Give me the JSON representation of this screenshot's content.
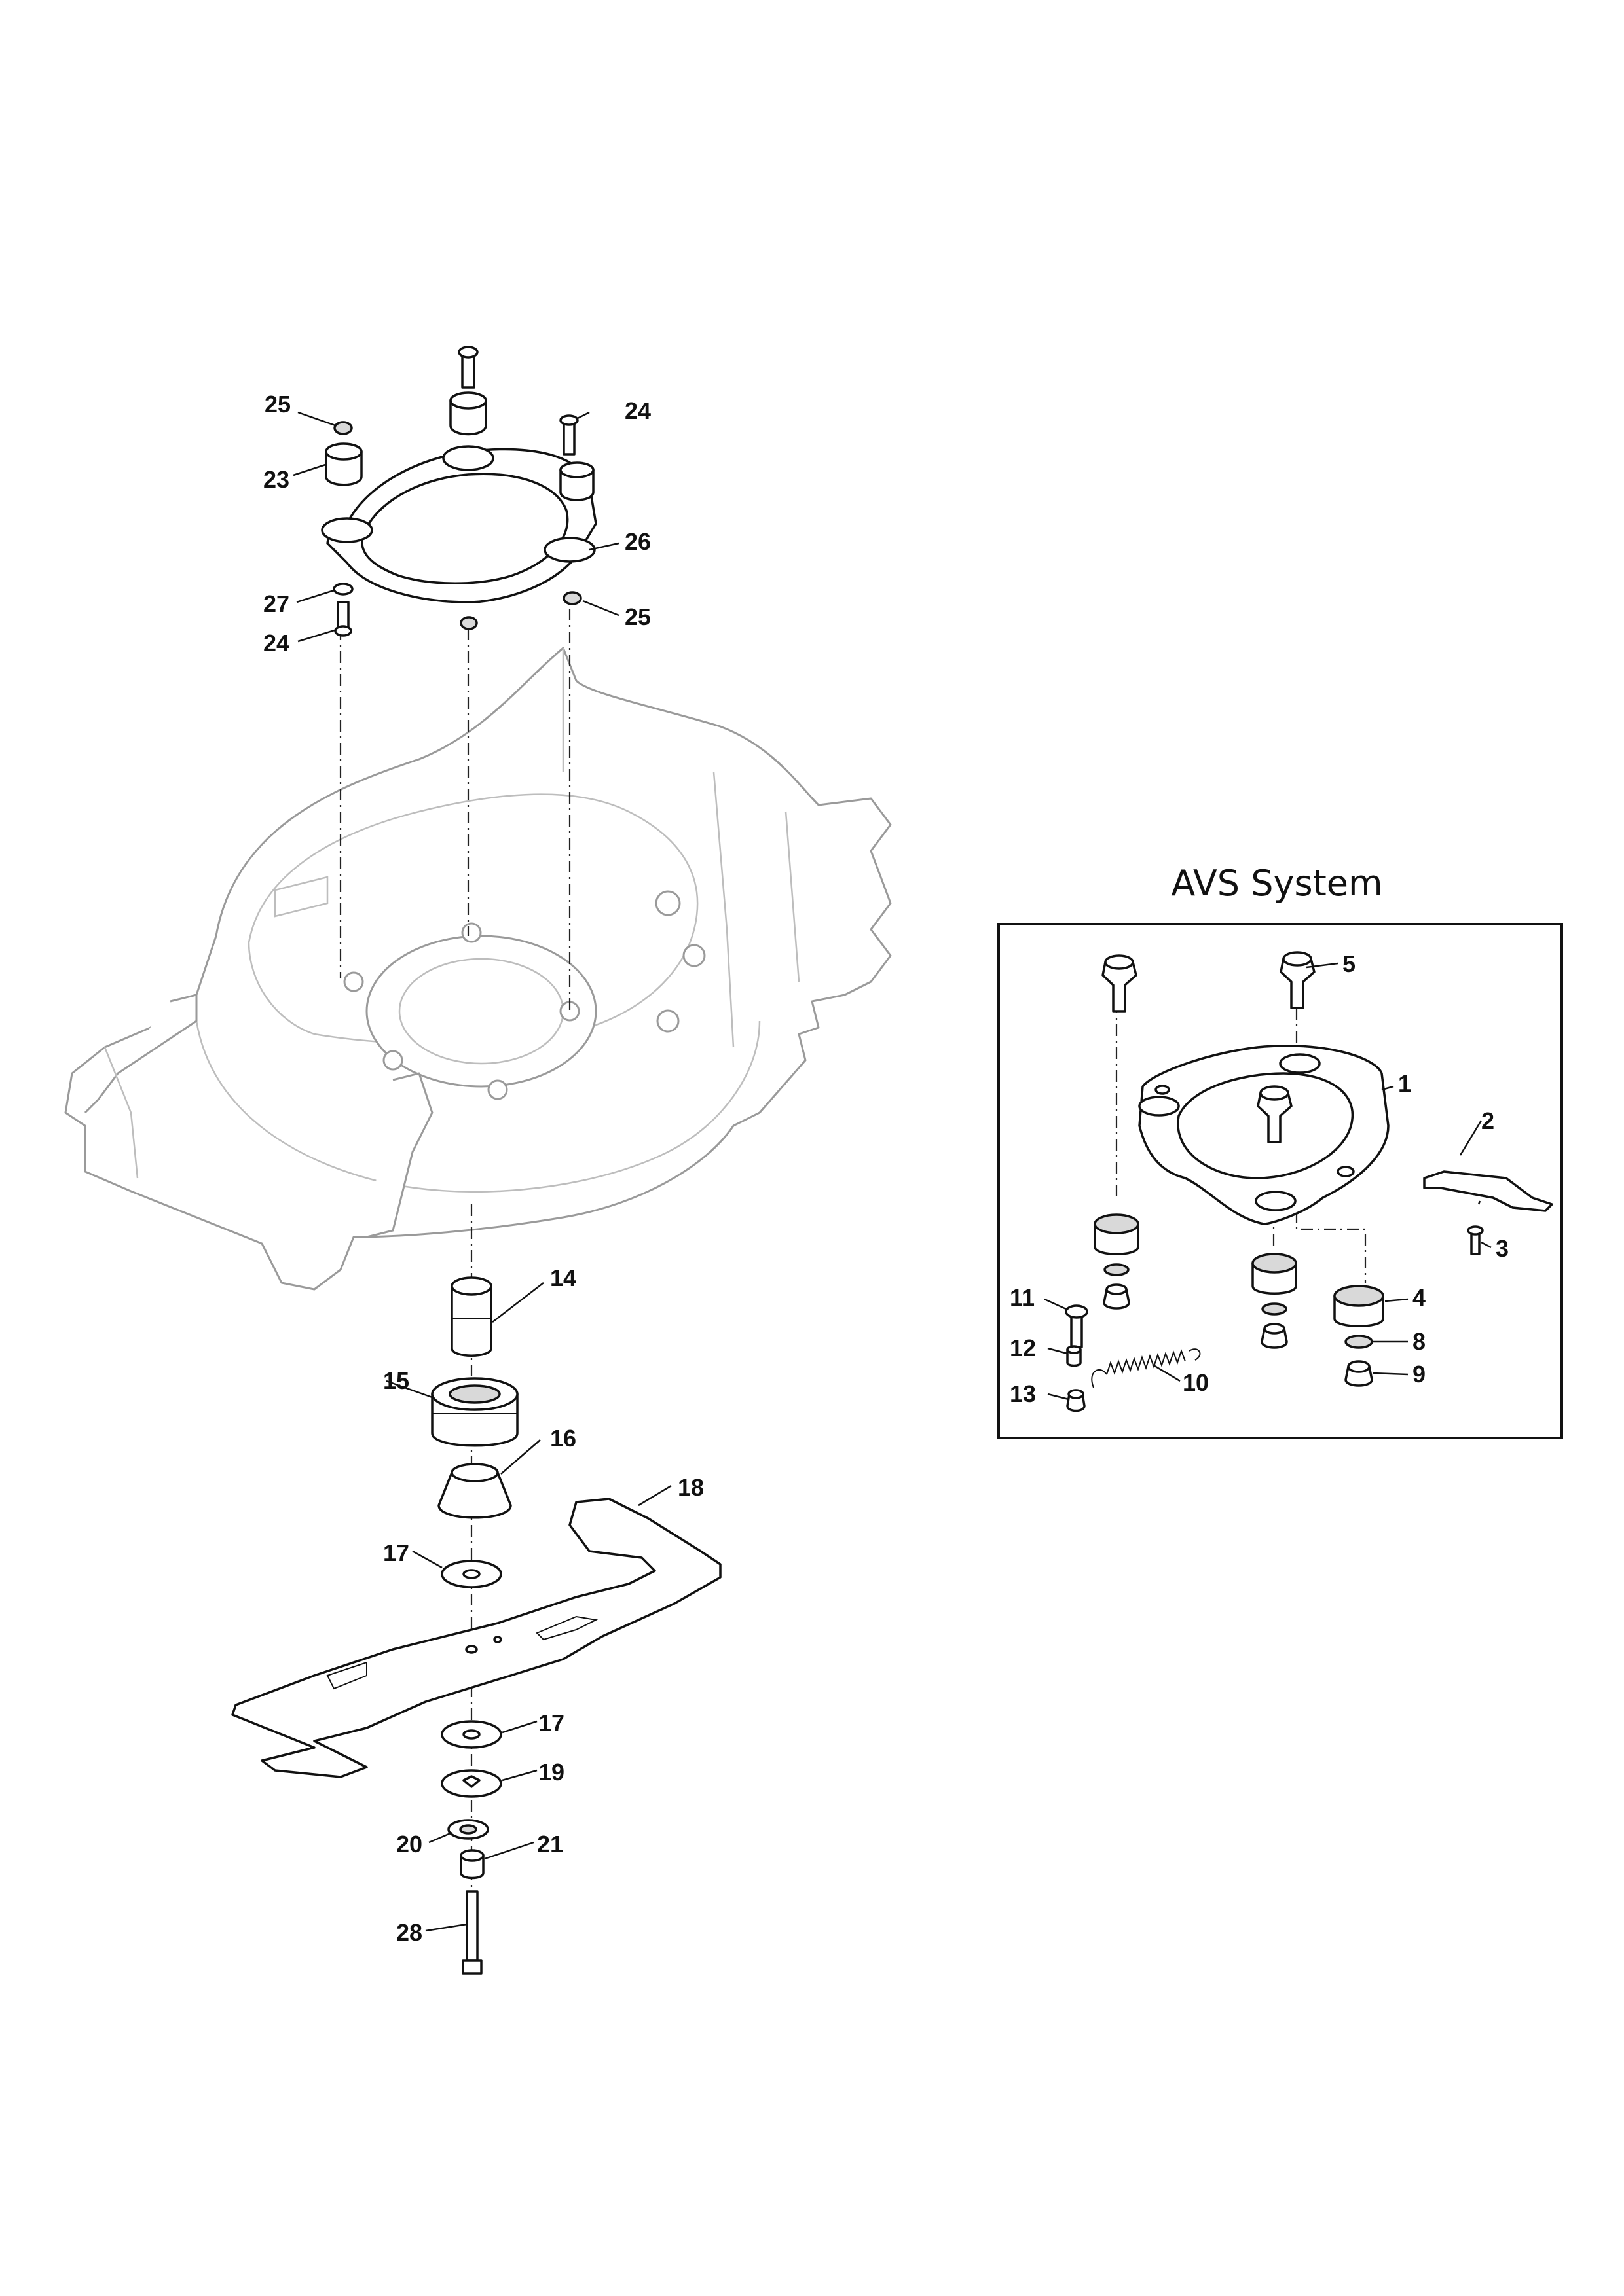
{
  "avs_title": "AVS System",
  "callouts_main": [
    "1",
    "2",
    "3",
    "4",
    "5",
    "8",
    "9",
    "10",
    "11",
    "12",
    "13"
  ],
  "callouts": {
    "c25a": "25",
    "c24a": "24",
    "c23": "23",
    "c26": "26",
    "c27": "27",
    "c24b": "24",
    "c25b": "25",
    "c14": "14",
    "c15": "15",
    "c16": "16",
    "c18": "18",
    "c17a": "17",
    "c17b": "17",
    "c19": "19",
    "c20": "20",
    "c21": "21",
    "c28": "28",
    "a5": "5",
    "a1": "1",
    "a2": "2",
    "a3": "3",
    "a4": "4",
    "a8": "8",
    "a9": "9",
    "a10": "10",
    "a11": "11",
    "a12": "12",
    "a13": "13"
  }
}
